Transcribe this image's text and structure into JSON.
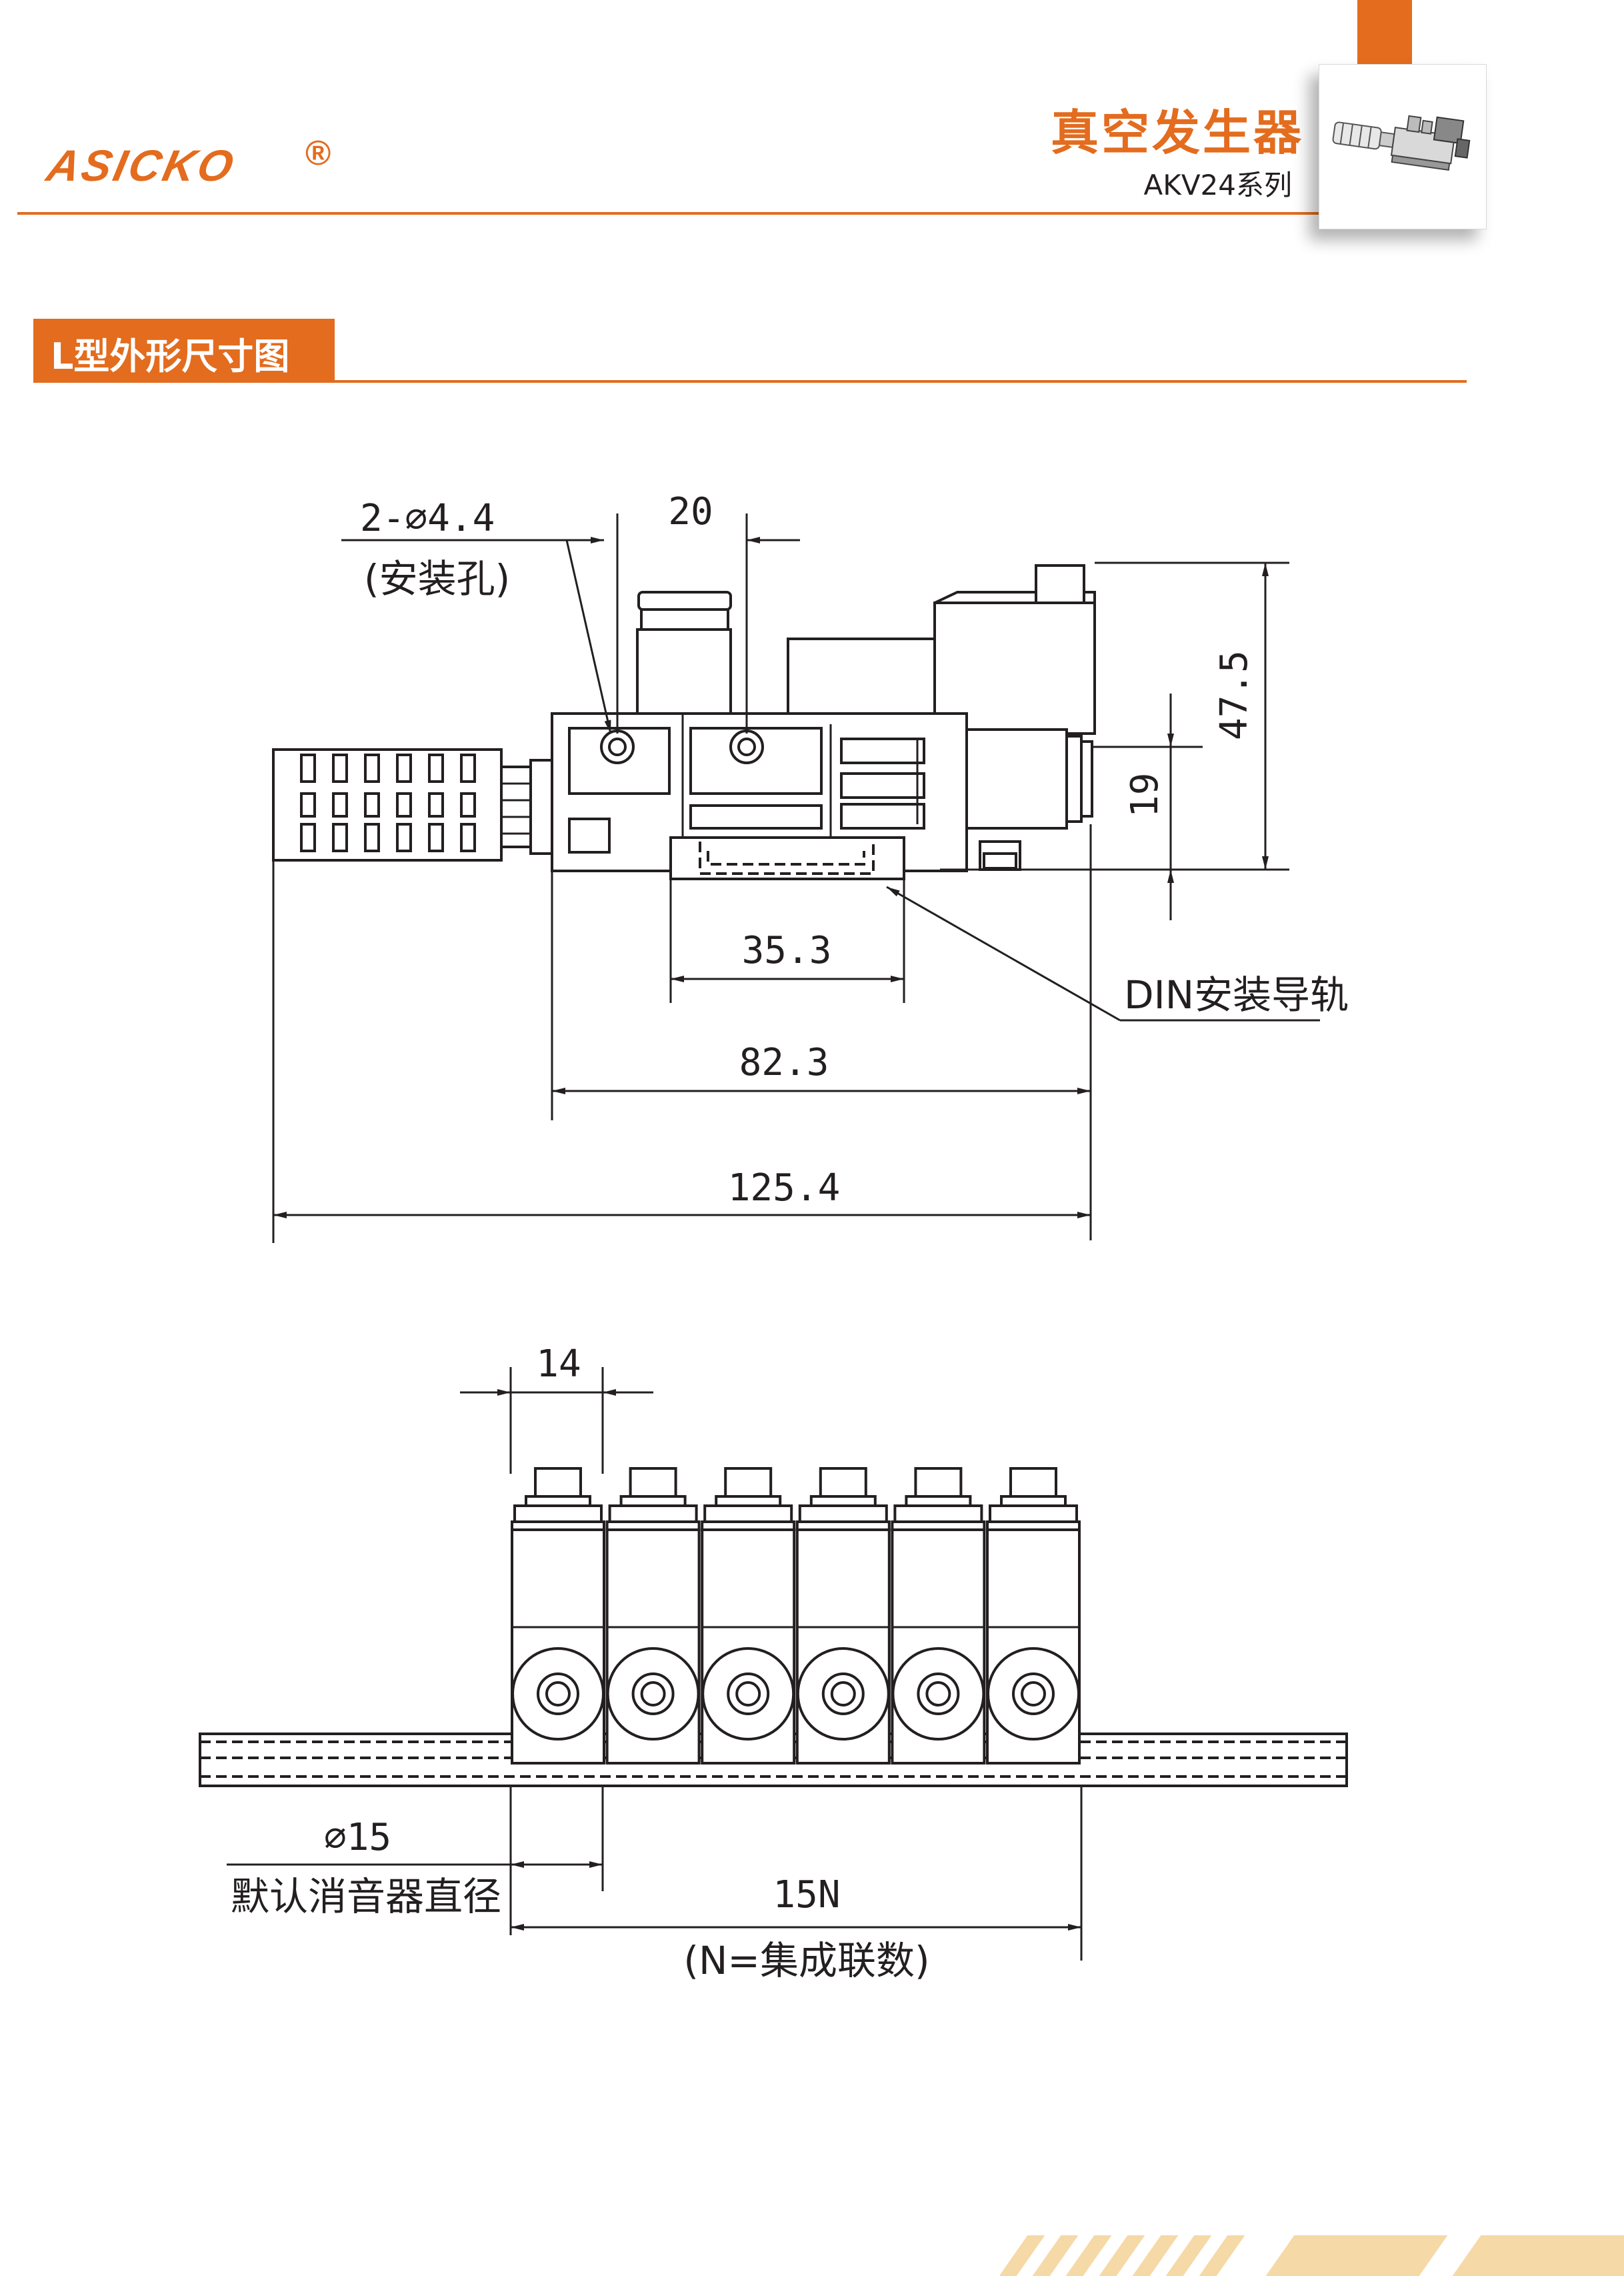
{
  "header": {
    "logo_text": "ASICKO",
    "logo_mark": "®",
    "product_title": "真空发生器",
    "product_series": "AKV24系列",
    "product_image_icon": "vacuum-generator-thumbnail"
  },
  "section": {
    "title": "L型外形尺寸图"
  },
  "side_view": {
    "hole_label": "2-∅4.4",
    "hole_note": "(安装孔)",
    "dim_hole_pitch": "20",
    "dim_height_total": "47.5",
    "dim_height_rail": "19",
    "dim_rail_width": "35.3",
    "rail_label": "DIN安装导轨",
    "dim_body_length": "82.3",
    "dim_overall_length": "125.4"
  },
  "front_view": {
    "dim_module_width": "14",
    "silencer_dim": "∅15",
    "silencer_label": "默认消音器直径",
    "dim_manifold_length": "15N",
    "manifold_note": "(N=集成联数)",
    "module_count": 6
  },
  "colors": {
    "accent": "#e36c1e",
    "text": "#231f20",
    "footer_stripe": "#f5d9a6"
  }
}
